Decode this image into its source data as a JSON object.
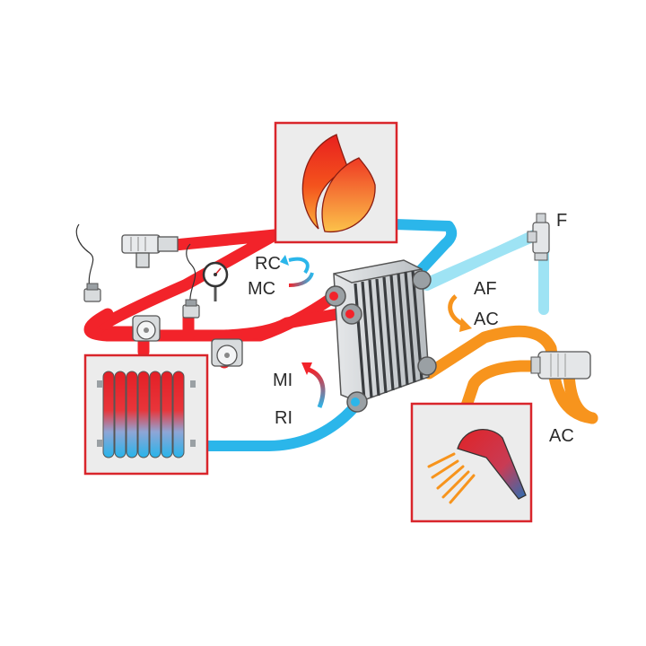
{
  "labels": {
    "rc": "RC",
    "mc": "MC",
    "mi": "MI",
    "ri": "RI",
    "af": "AF",
    "ac_top": "AC",
    "ac_bottom": "AC",
    "f": "F"
  },
  "colors": {
    "hot": "#f2232a",
    "cold": "#2bb6ea",
    "cold_light": "#9ee3f4",
    "dhw": "#f7941d",
    "frame": "#d9252b",
    "panel": "#ececec",
    "metal": "#cfd3d6"
  },
  "icons": {
    "flame": "flame-icon",
    "radiator": "radiator-icon",
    "shower": "shower-icon",
    "heat_exchanger": "plate-heat-exchanger-icon",
    "pump": "circulation-pump-icon",
    "gauge": "pressure-gauge-icon",
    "valve": "valve-icon",
    "air_vent": "air-vent-icon"
  }
}
